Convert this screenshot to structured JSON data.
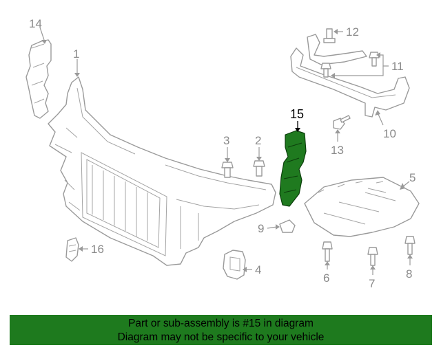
{
  "callouts": {
    "c1": "1",
    "c2": "2",
    "c3": "3",
    "c4": "4",
    "c5": "5",
    "c6": "6",
    "c7": "7",
    "c8": "8",
    "c9": "9",
    "c10": "10",
    "c11": "11",
    "c12": "12",
    "c13": "13",
    "c14": "14",
    "c15": "15",
    "c16": "16"
  },
  "highlight": {
    "part_number": "15",
    "color": "#1e7a1e"
  },
  "notice": {
    "line1": "Part or sub-assembly is #15 in diagram",
    "line2": "Diagram may not be specific to your vehicle"
  }
}
